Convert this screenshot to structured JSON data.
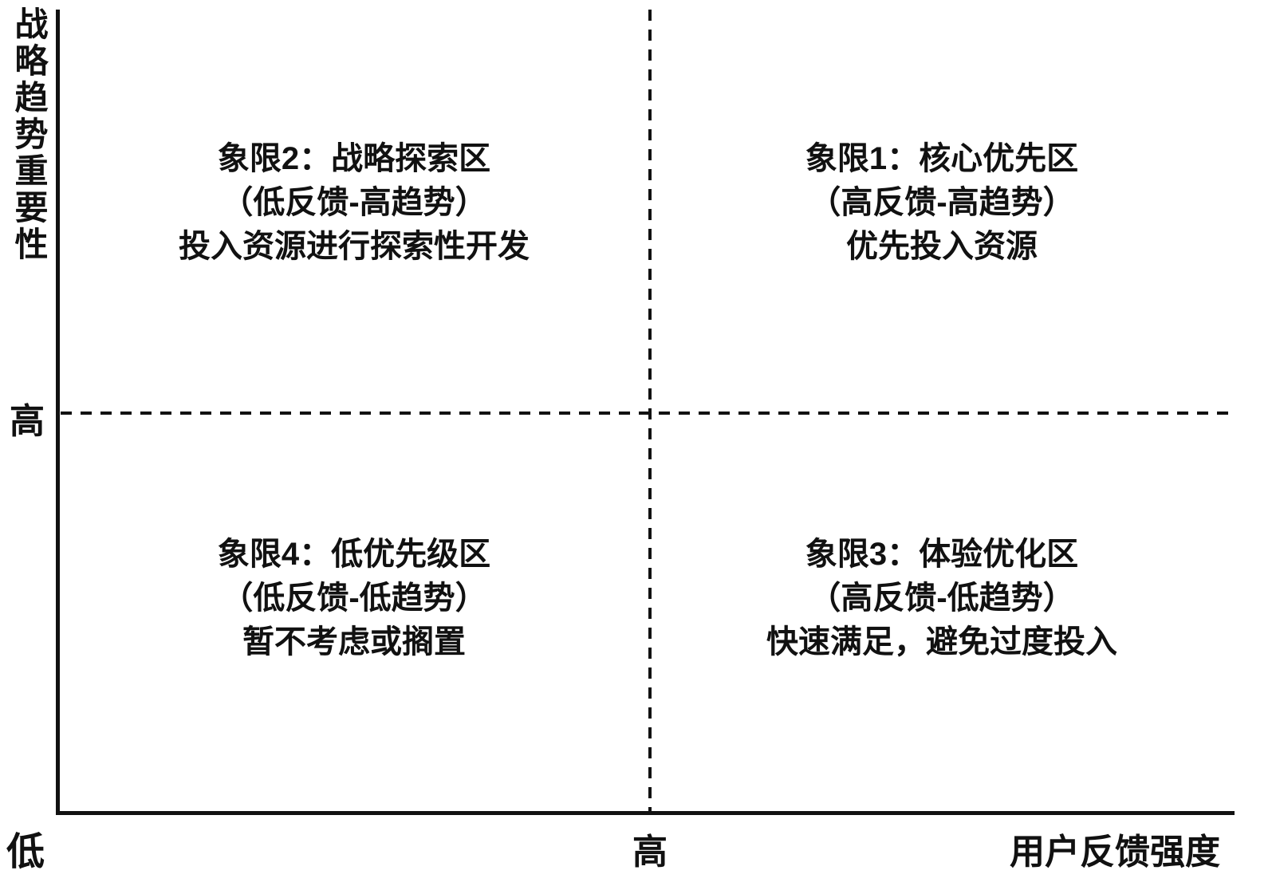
{
  "diagram": {
    "y_axis": {
      "title": "战略趋势重要性",
      "high_label": "高",
      "low_label": "低"
    },
    "x_axis": {
      "title": "用户反馈强度",
      "high_label": "高"
    },
    "quadrants": [
      {
        "position": "top-left",
        "title": "象限2：战略探索区",
        "subtitle": "（低反馈-高趋势）",
        "action": "投入资源进行探索性开发"
      },
      {
        "position": "top-right",
        "title": "象限1：核心优先区",
        "subtitle": "（高反馈-高趋势）",
        "action": "优先投入资源"
      },
      {
        "position": "bottom-left",
        "title": "象限4：低优先级区",
        "subtitle": "（低反馈-低趋势）",
        "action": "暂不考虑或搁置"
      },
      {
        "position": "bottom-right",
        "title": "象限3：体验优化区",
        "subtitle": "（高反馈-低趋势）",
        "action": "快速满足，避免过度投入"
      }
    ]
  }
}
